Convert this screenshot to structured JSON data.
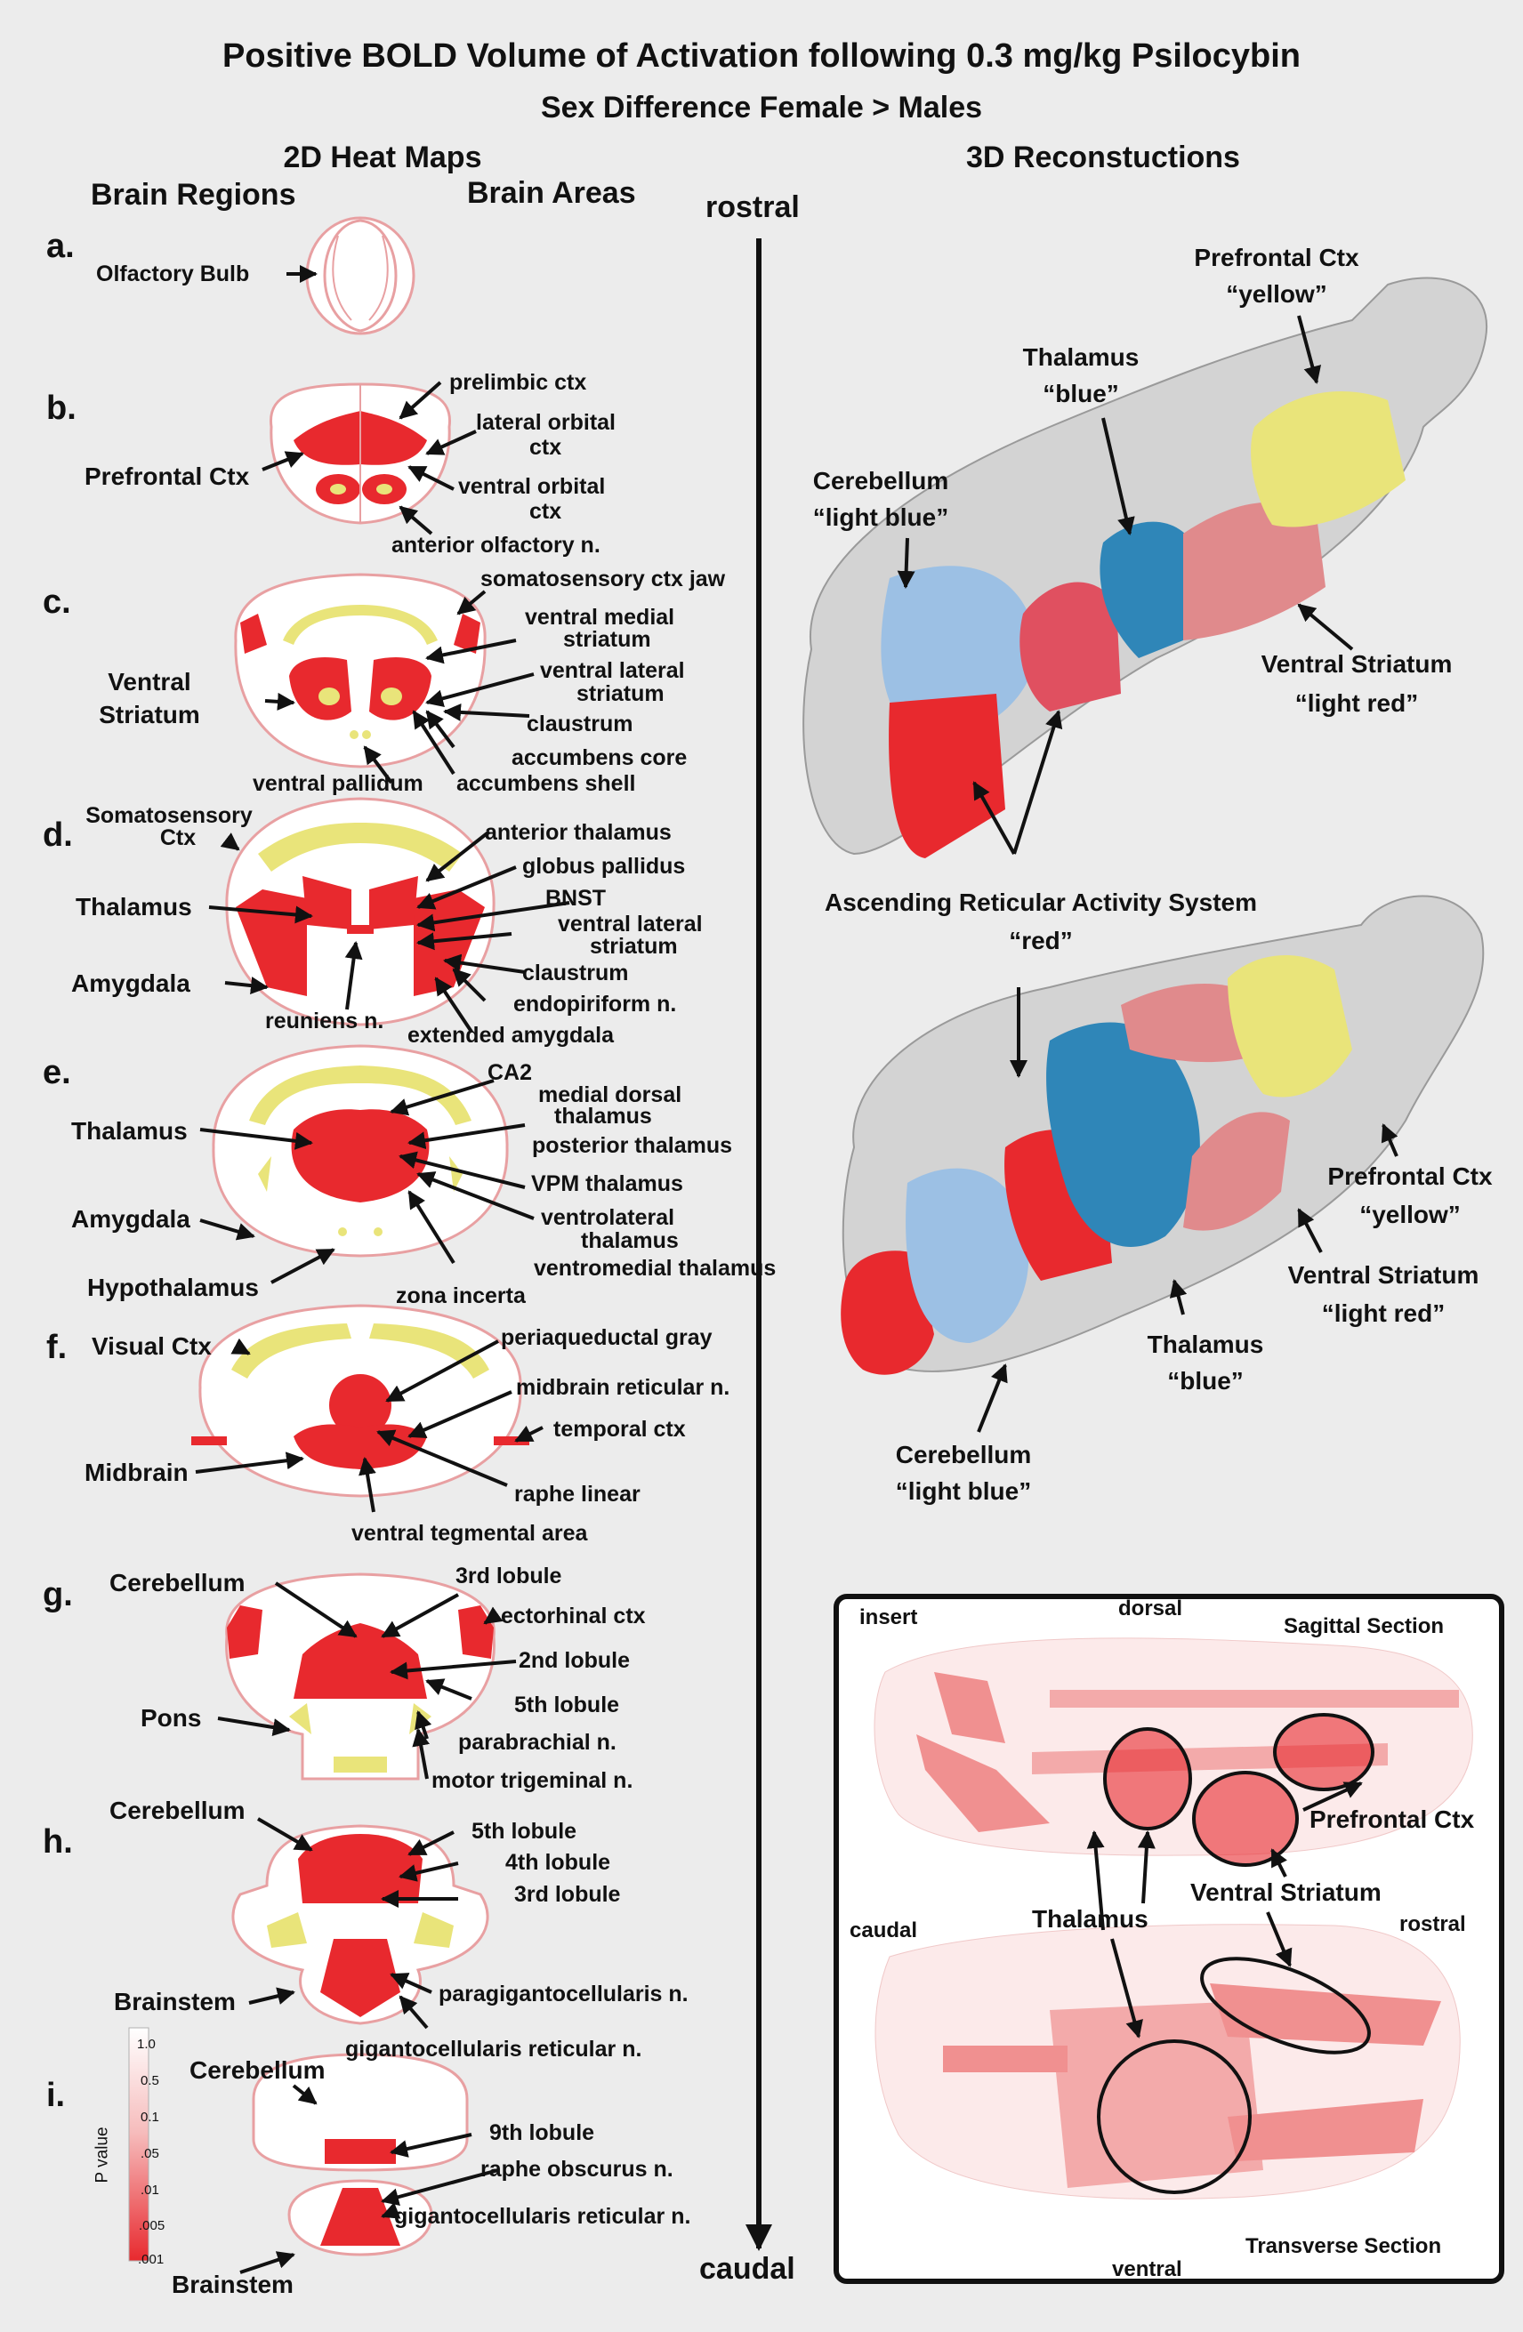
{
  "title": "Positive BOLD Volume of Activation following 0.3 mg/kg Psilocybin",
  "subtitle": "Sex Difference  Female > Males",
  "heat_maps_title": "2D Heat Maps",
  "brain_regions_label": "Brain Regions",
  "brain_areas_label": "Brain Areas",
  "recon_title": "3D Reconstuctions",
  "axis": {
    "rostral": "rostral",
    "caudal": "caudal"
  },
  "panels": {
    "a": {
      "letter": "a.",
      "regions": [
        "Olfactory Bulb"
      ],
      "areas": []
    },
    "b": {
      "letter": "b.",
      "regions": [
        "Prefrontal Ctx"
      ],
      "areas": [
        "prelimbic ctx",
        "lateral orbital",
        "ctx",
        "ventral orbital",
        "ctx",
        "anterior olfactory n."
      ]
    },
    "c": {
      "letter": "c.",
      "regions": [
        "Ventral",
        "Striatum"
      ],
      "areas": [
        "somatosensory ctx jaw",
        "ventral medial",
        "striatum",
        "ventral lateral",
        "striatum",
        "claustrum",
        "accumbens core",
        "accumbens shell",
        "ventral pallidum"
      ]
    },
    "d": {
      "letter": "d.",
      "regions": [
        "Somatosensory",
        "Ctx",
        "Thalamus",
        "Amygdala"
      ],
      "areas": [
        "anterior thalamus",
        "globus pallidus",
        "BNST",
        "ventral lateral",
        "striatum",
        "claustrum",
        "endopiriform n.",
        "extended amygdala",
        "reuniens n."
      ]
    },
    "e": {
      "letter": "e.",
      "regions": [
        "Thalamus",
        "Amygdala",
        "Hypothalamus"
      ],
      "areas": [
        "CA2",
        "medial dorsal",
        "thalamus",
        "posterior thalamus",
        "VPM thalamus",
        "ventrolateral",
        "thalamus",
        "ventromedial thalamus",
        "zona incerta"
      ]
    },
    "f": {
      "letter": "f.",
      "regions": [
        "Visual Ctx",
        "Midbrain"
      ],
      "areas": [
        "periaqueductal gray",
        "midbrain reticular n.",
        "temporal ctx",
        "raphe linear",
        "ventral tegmental area"
      ]
    },
    "g": {
      "letter": "g.",
      "regions": [
        "Cerebellum",
        "Pons"
      ],
      "areas": [
        "3rd lobule",
        "ectorhinal ctx",
        "2nd lobule",
        "5th lobule",
        "parabrachial n.",
        "motor trigeminal n."
      ]
    },
    "h": {
      "letter": "h.",
      "regions": [
        "Cerebellum",
        "Brainstem"
      ],
      "areas": [
        "5th lobule",
        "4th lobule",
        "3rd lobule",
        "paragigantocellularis n.",
        "gigantocellularis reticular n."
      ]
    },
    "i": {
      "letter": "i.",
      "regions": [
        "Cerebellum",
        "Brainstem"
      ],
      "areas": [
        "9th lobule",
        "raphe obscurus n.",
        "gigantocellularis reticular n."
      ]
    }
  },
  "scale": {
    "label": "P value",
    "ticks": [
      "1.0",
      "0.5",
      "0.1",
      ".05",
      ".01",
      ".005",
      ".001"
    ]
  },
  "recon_top": {
    "labels": [
      "Prefrontal Ctx",
      "“yellow”",
      "Thalamus",
      "“blue”",
      "Cerebellum",
      "“light blue”",
      "Ventral Striatum",
      "“light red”"
    ]
  },
  "recon_aras": [
    "Ascending Reticular Activity System",
    "“red”"
  ],
  "recon_bottom": {
    "labels": [
      "Prefrontal Ctx",
      "“yellow”",
      "Ventral Striatum",
      "“light red”",
      "Thalamus",
      "“blue”",
      "Cerebellum",
      "“light blue”"
    ]
  },
  "insert": {
    "labels": [
      "insert",
      "dorsal",
      "Sagittal Section",
      "Prefrontal Ctx",
      "Ventral Striatum",
      "Thalamus",
      "caudal",
      "rostral",
      "Transverse Section",
      "ventral"
    ]
  },
  "colors": {
    "red": "#e8292e",
    "light_red": "#e08a8c",
    "yellow": "#e9e47a",
    "blue": "#2f86b8",
    "light_blue": "#9cc0e4",
    "background": "#ececec"
  }
}
